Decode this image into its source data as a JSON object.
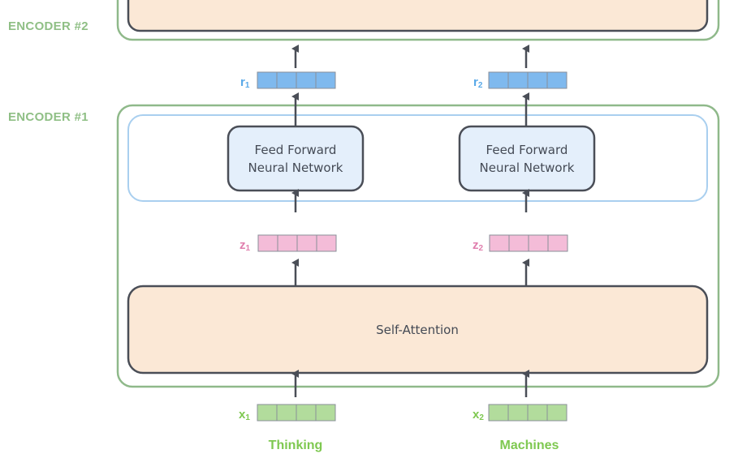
{
  "encoders": {
    "encoder2_label": "ENCODER #2",
    "encoder1_label": "ENCODER #1"
  },
  "boxes": {
    "ffn_line1": "Feed Forward",
    "ffn_line2": "Neural Network",
    "self_attention": "Self-Attention"
  },
  "vectors": {
    "r1": {
      "letter": "r",
      "sub": "1"
    },
    "r2": {
      "letter": "r",
      "sub": "2"
    },
    "z1": {
      "letter": "z",
      "sub": "1"
    },
    "z2": {
      "letter": "z",
      "sub": "2"
    },
    "x1": {
      "letter": "x",
      "sub": "1"
    },
    "x2": {
      "letter": "x",
      "sub": "2"
    }
  },
  "words": {
    "word1": "Thinking",
    "word2": "Machines"
  },
  "colors": {
    "encoder_border": "#8fb98a",
    "ffn_layer_border": "#a9cfef",
    "box_border": "#4a4e57",
    "ffn_fill": "#e4effb",
    "attention_fill": "#fbe8d6",
    "r_fill": "#7fb9ee",
    "z_fill": "#f4bcd8",
    "x_fill": "#b2dc9c",
    "r_label": "#58a8e8",
    "z_label": "#e07fae",
    "x_label": "#7ec850",
    "arrow": "#4a4e57"
  }
}
